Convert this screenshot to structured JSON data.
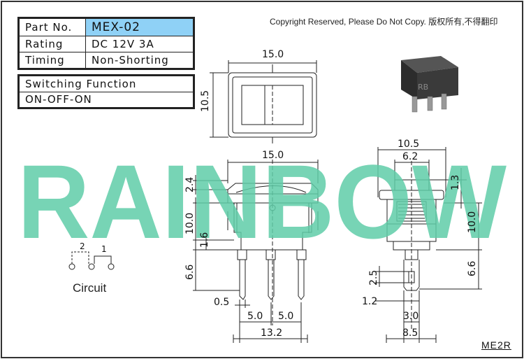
{
  "spec_table": {
    "rows": [
      {
        "label": "Part No.",
        "value": "MEX-02"
      },
      {
        "label": "Rating",
        "value": "DC 12V 3A"
      },
      {
        "label": "Timing",
        "value": "Non-Shorting"
      }
    ]
  },
  "function_table": {
    "header": "Switching Function",
    "value": "ON-OFF-ON"
  },
  "copyright": "Copyright Reserved, Please Do Not Copy. 版权所有,不得翻印",
  "watermark": "RAINBOW",
  "circuit": {
    "label": "Circuit",
    "pin_2": "2",
    "pin_1": "1"
  },
  "model_code": "ME2R",
  "dimensions": {
    "top_width": "15.0",
    "top_height": "10.5",
    "front_width": "15.0",
    "rocker_height": "2.4",
    "body_height": "10.0",
    "flange": "1.6",
    "terminal_length": "6.6",
    "terminal_thickness": "0.5",
    "pitch_left": "5.0",
    "pitch_right": "5.0",
    "terminal_span": "13.2",
    "side_width": "10.5",
    "side_inner": "6.2",
    "side_rocker": "1.3",
    "side_body_height": "10.0",
    "side_terminal_length": "6.6",
    "hole_height": "2.5",
    "hole_width": "1.2",
    "terminal_width": "3.0",
    "base_width": "8.5"
  },
  "photo_marking": "RB",
  "colors": {
    "watermark": "#5fcda8",
    "highlight": "#8fd1f6",
    "line": "#222222"
  }
}
